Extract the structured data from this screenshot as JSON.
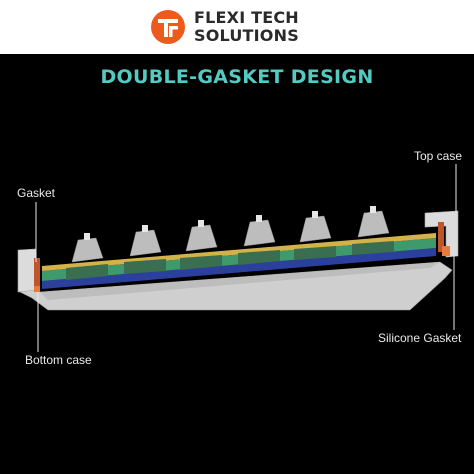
{
  "brand": {
    "name_line1": "FLEXI TECH",
    "name_line2": "SOLUTIONS",
    "accent_color": "#ec5a1c",
    "logo_icon": "tf-monogram-icon"
  },
  "title": "DOUBLE-GASKET DESIGN",
  "title_color": "#52cbc2",
  "callouts": {
    "top_case": "Top case",
    "gasket": "Gasket",
    "silicone_gasket": "Silicone Gasket",
    "bottom_case": "Bottom case"
  },
  "layers": {
    "top_case_color": "#dcdcdc",
    "gasket_color": "#c0552a",
    "plate_color": "#d3b24a",
    "pcb_color": "#3e9a6c",
    "foam_color": "#2b3f9c",
    "bottom_case_color": "#cfcfcf",
    "keycap_color": "#bdbdbd"
  }
}
